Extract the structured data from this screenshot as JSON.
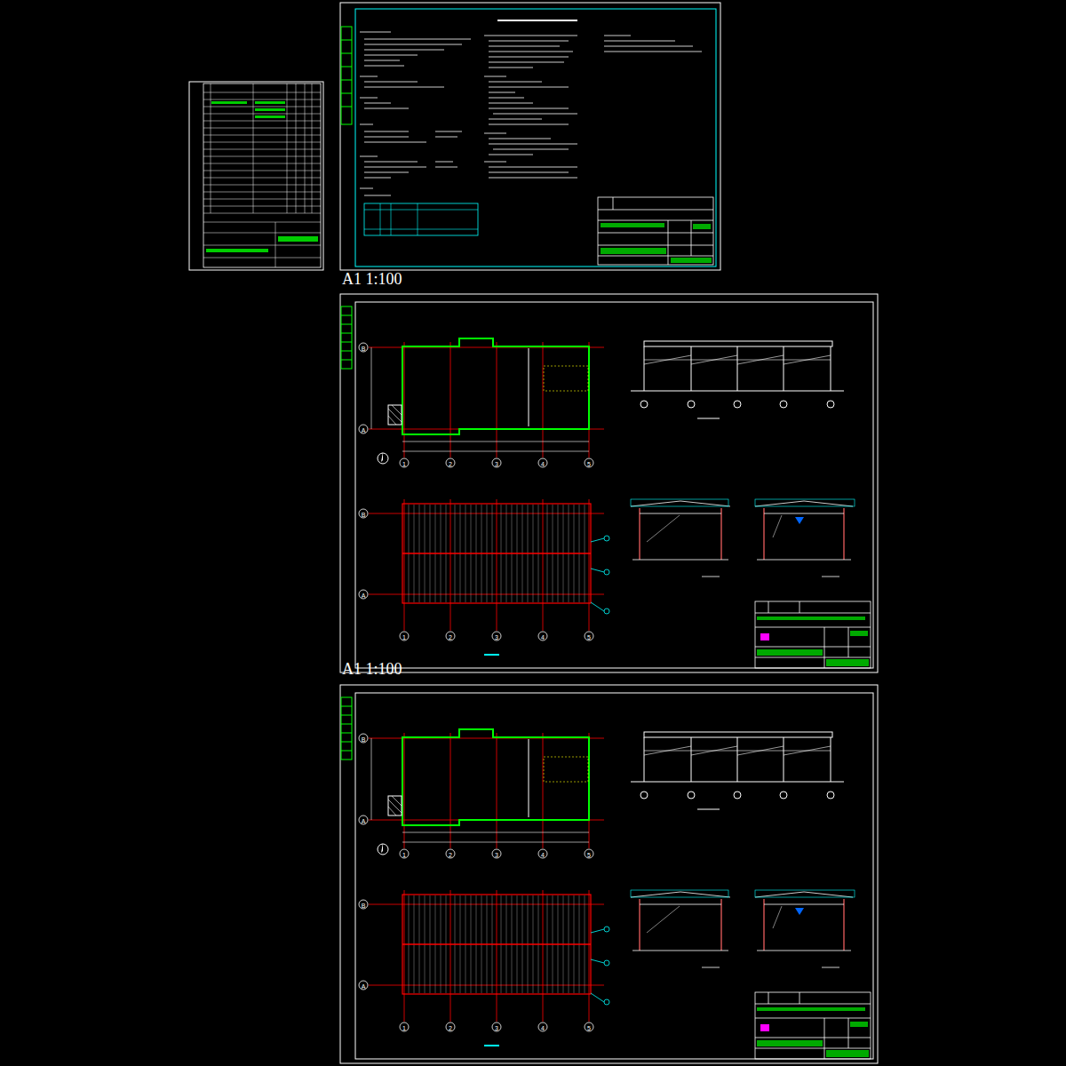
{
  "diagram": {
    "labels": [
      "A1 1:100",
      "A1 1:100",
      "B",
      "A",
      "1",
      "2",
      "3",
      "4",
      "5",
      "B",
      "A",
      "1",
      "2",
      "3",
      "4",
      "5",
      "B",
      "A",
      "1",
      "2",
      "3",
      "4",
      "5",
      "B",
      "A",
      "1",
      "2",
      "3",
      "4",
      "5"
    ]
  }
}
